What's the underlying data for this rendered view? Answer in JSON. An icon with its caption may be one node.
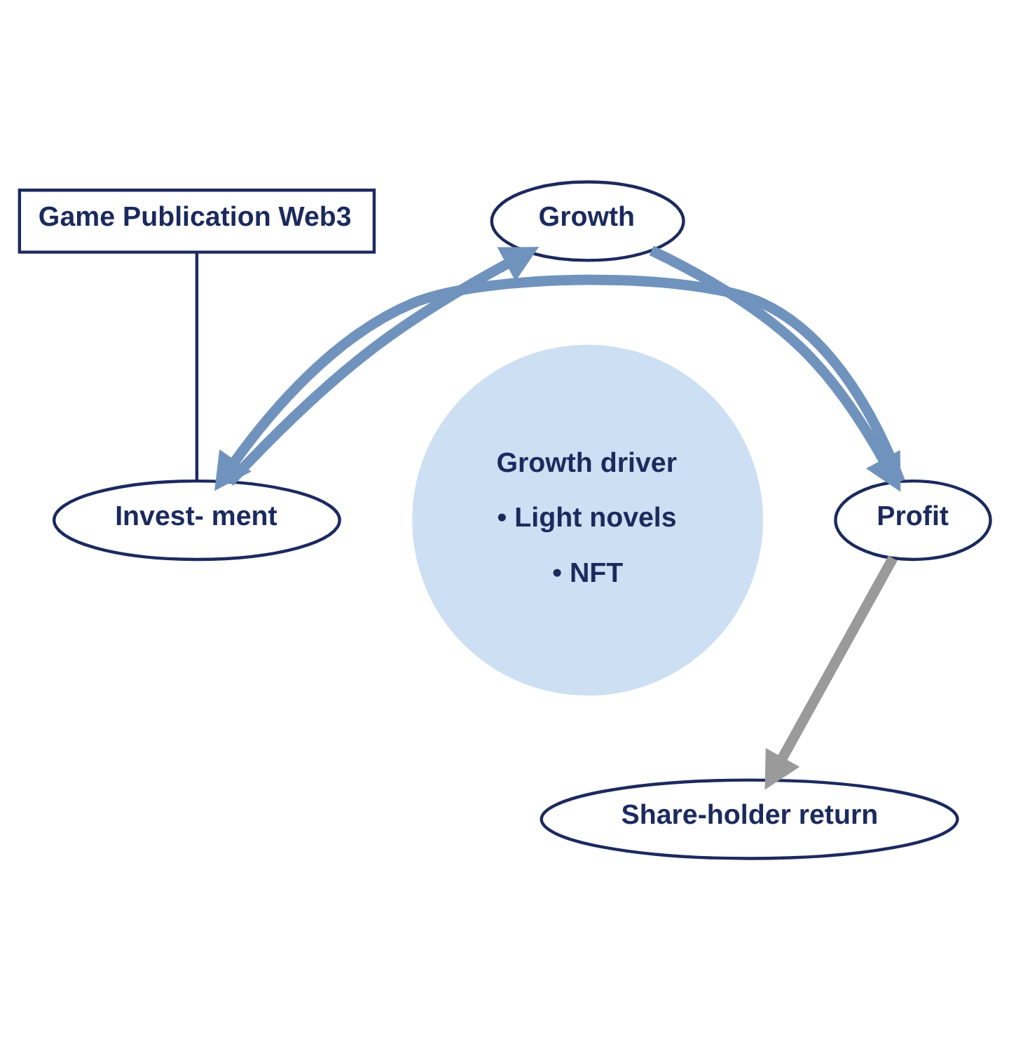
{
  "diagram": {
    "nodes": [
      {
        "text": [
          "Growth"
        ]
      },
      {
        "text": [
          "Game Publication Web3"
        ]
      },
      {
        "text": [
          "Growth driver",
          "• Light novels",
          "• NFT"
        ]
      },
      {
        "text": [
          "Invest- ment"
        ]
      },
      {
        "text": [
          "Profit"
        ]
      },
      {
        "text": [
          "Share-holder return"
        ]
      }
    ],
    "edges": [
      {
        "from": 3,
        "to": 0,
        "arrow": "to"
      },
      {
        "from": 0,
        "to": 4,
        "arrow": "to"
      },
      {
        "from": 4,
        "to": 3,
        "arrow": "to"
      },
      {
        "from": 4,
        "to": 5,
        "arrow": "to",
        "color": "#9a9a9a"
      },
      {
        "from": 1,
        "to": 3,
        "arrow": "none",
        "color": "#1b2a5e"
      }
    ]
  }
}
